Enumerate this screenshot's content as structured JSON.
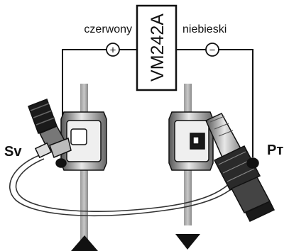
{
  "labels": {
    "red_wire": "czerwony",
    "blue_wire": "niebieski",
    "meter": "VM242A",
    "plus": "+",
    "minus": "−",
    "left_valve": "Sv",
    "right_valve": "Pт"
  }
}
